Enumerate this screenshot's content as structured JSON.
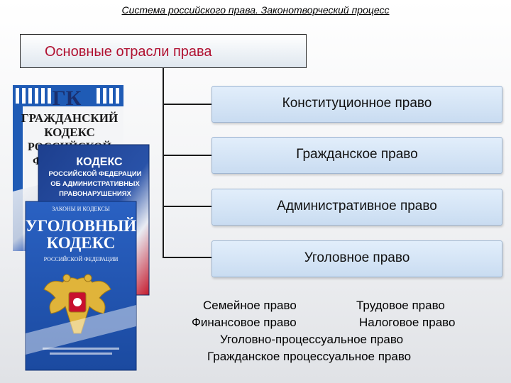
{
  "header": {
    "title": "Система российского права. Законотворческий процесс"
  },
  "main_box": {
    "label": "Основные отрасли права"
  },
  "branches": [
    {
      "label": "Конституционное право"
    },
    {
      "label": "Гражданское право"
    },
    {
      "label": "Административное право"
    },
    {
      "label": "Уголовное право"
    }
  ],
  "extra": {
    "row1_left": "Семейное право",
    "row1_right": "Трудовое право",
    "row2_left": "Финансовое право",
    "row2_right": "Налоговое право",
    "row3": "Уголовно-процессуальное право",
    "row4": "Гражданское процессуальное право"
  },
  "books": {
    "gk_abbr": "ГК",
    "gk_title": [
      "ГРАЖДАНСКИЙ",
      "КОДЕКС",
      "РОССИЙСКОЙ",
      "Ф"
    ],
    "koap_title": [
      "КОДЕКС",
      "РОССИЙСКОЙ ФЕДЕРАЦИИ",
      "ОБ АДМИНИСТРАТИВНЫХ",
      "ПРАВОНАРУШЕНИЯХ"
    ],
    "uk_top": "ЗАКОНЫ И КОДЕКСЫ",
    "uk_title": [
      "УГОЛОВНЫЙ",
      "КОДЕКС"
    ],
    "uk_sub": "РОССИЙСКОЙ ФЕДЕРАЦИИ"
  }
}
